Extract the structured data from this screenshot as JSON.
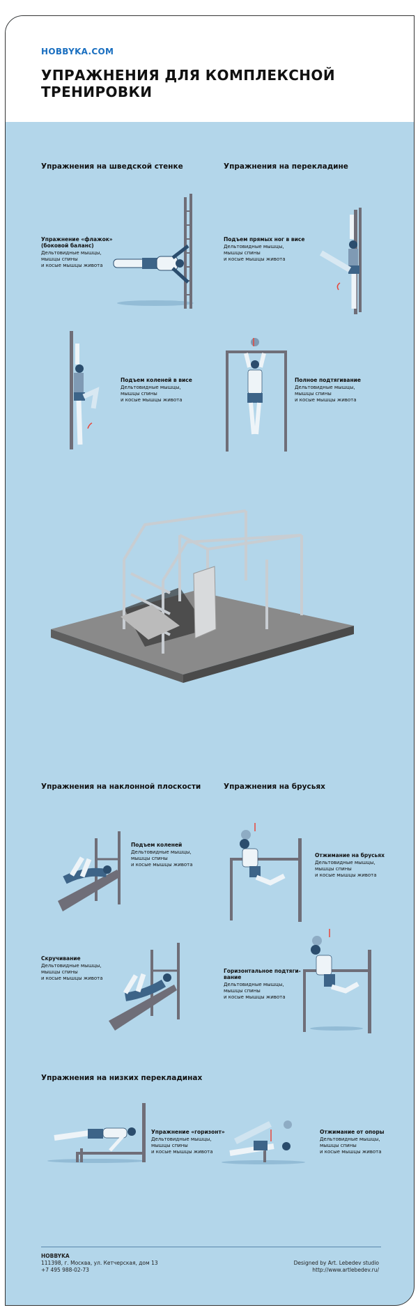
{
  "header": {
    "brand": "HOBBYKA.COM",
    "title": "УПРАЖНЕНИЯ ДЛЯ КОМПЛЕКСНОЙ ТРЕНИРОВКИ"
  },
  "colors": {
    "accent": "#1a6fc0",
    "background": "#b3d6ea",
    "figure": "#3d6488",
    "bar": "#6f6e78",
    "arrow": "#e8463a"
  },
  "sections": [
    {
      "title": "Упражнения на шведской стенке",
      "exercises": [
        {
          "name": "Упражнение «флажок» (боковой баланс)",
          "muscles": [
            "Дельтовидные мышцы,",
            "мышцы спины",
            "и косые мышцы живота"
          ]
        },
        {
          "name": "Подъем коленей в висе",
          "muscles": [
            "Дельтовидные мышцы,",
            "мышцы спины",
            "и косые мышцы живота"
          ]
        }
      ]
    },
    {
      "title": "Упражнения на перекладине",
      "exercises": [
        {
          "name": "Подъем прямых ног в висе",
          "muscles": [
            "Дельтовидные мышцы,",
            "мышцы спины",
            "и косые мышцы живота"
          ]
        },
        {
          "name": "Полное подтягивание",
          "muscles": [
            "Дельтовидные мышцы,",
            "мышцы спины",
            "и косые мышцы живота"
          ]
        }
      ]
    },
    {
      "title": "Упражнения на наклонной плоскости",
      "exercises": [
        {
          "name": "Подъем коленей",
          "muscles": [
            "Дельтовидные мышцы,",
            "мышцы спины",
            "и косые мышцы живота"
          ]
        },
        {
          "name": "Скручивание",
          "muscles": [
            "Дельтовидные мышцы,",
            "мышцы спины",
            "и косые мышцы живота"
          ]
        }
      ]
    },
    {
      "title": "Упражнения на брусьях",
      "exercises": [
        {
          "name": "Отжимание на брусьях",
          "muscles": [
            "Дельтовидные мышцы,",
            "мышцы спины",
            "и косые мышцы живота"
          ]
        },
        {
          "name": "Горизонтальное подтяги-вание",
          "muscles": [
            "Дельтовидные мышцы,",
            "мышцы спины",
            "и косые мышцы живота"
          ]
        }
      ]
    },
    {
      "title": "Упражнения на низких перекладинах",
      "exercises": [
        {
          "name": "Упражнение «горизонт»",
          "muscles": [
            "Дельтовидные мышцы,",
            "мышцы спины",
            "и косые мышцы живота"
          ]
        },
        {
          "name": "Отжимание от опоры",
          "muscles": [
            "Дельтовидные мышцы,",
            "мышцы спины",
            "и косые мышцы живота"
          ]
        }
      ]
    }
  ],
  "footer": {
    "company": "HOBBYKA",
    "address": "111398, г. Москва, ул. Кетчерская, дом 13",
    "phone": "+7 495 988-02-73",
    "credit": "Designed by Art. Lebedev studio",
    "url": "http://www.artlebedev.ru/"
  }
}
